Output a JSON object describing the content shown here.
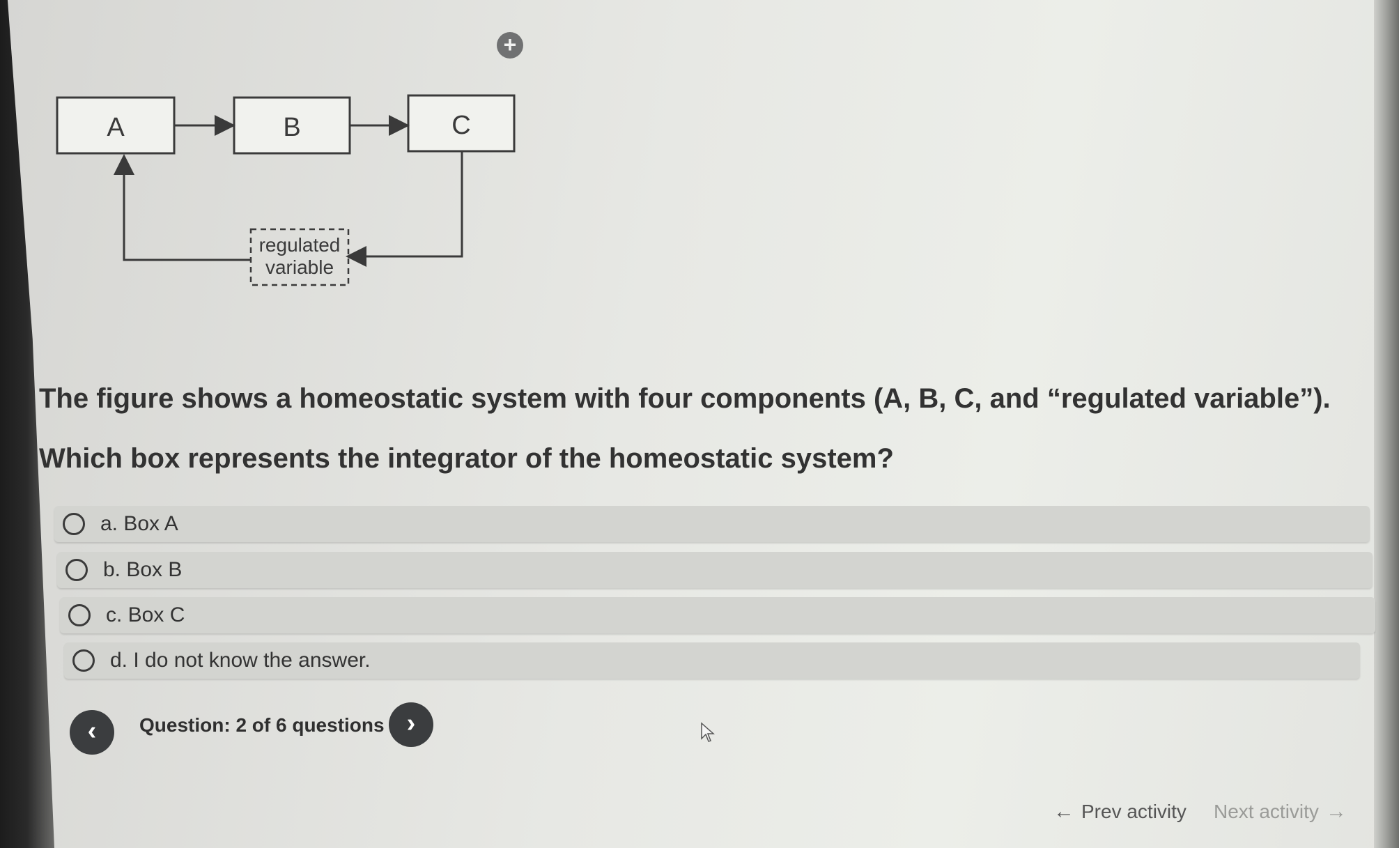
{
  "diagram": {
    "boxes": [
      "A",
      "B",
      "C"
    ],
    "regulated_variable": [
      "regulated",
      "variable"
    ]
  },
  "question": {
    "intro": "The figure shows a homeostatic system with four components (A, B, C, and “regulated variable”).",
    "prompt": "Which box represents the integrator of the homeostatic system?"
  },
  "options": [
    {
      "label": "a. Box A"
    },
    {
      "label": "b. Box B"
    },
    {
      "label": "c. Box C"
    },
    {
      "label": "d. I do not know the answer."
    }
  ],
  "navigation": {
    "counter": "Question: 2 of 6 questions",
    "prev_activity": "Prev activity",
    "next_activity": "Next activity"
  },
  "icons": {
    "add": "plus-circle-icon",
    "prev": "chevron-left-icon",
    "next": "chevron-right-icon",
    "cursor": "mouse-pointer-icon"
  }
}
